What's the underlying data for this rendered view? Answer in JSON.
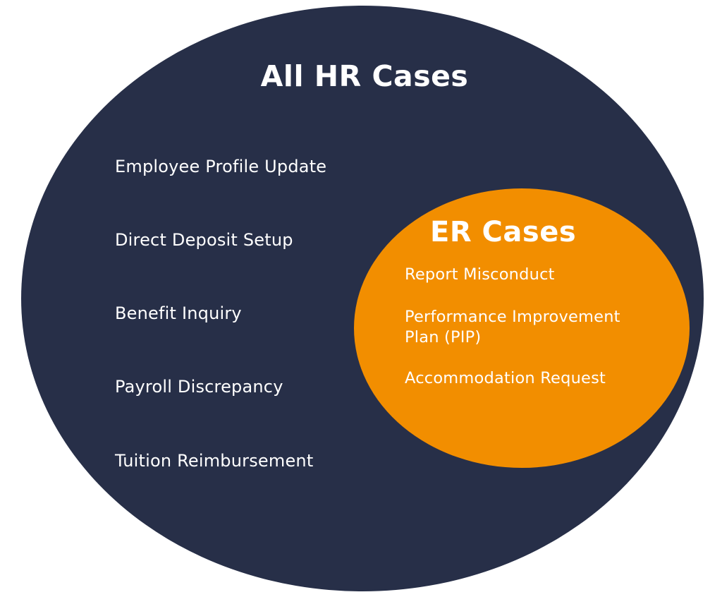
{
  "diagram": {
    "type": "nested-venn",
    "colors": {
      "outer_fill": "#272f48",
      "inner_fill": "#f28e00",
      "text": "#ffffff",
      "background": "#ffffff"
    },
    "outer": {
      "title": "All HR Cases",
      "items": [
        "Employee Profile Update",
        "Direct Deposit Setup",
        "Benefit Inquiry",
        "Payroll Discrepancy",
        "Tuition Reimbursement"
      ]
    },
    "inner": {
      "title": "ER Cases",
      "items": [
        "Report Misconduct",
        "Performance Improvement",
        "Plan (PIP)",
        "Accommodation Request"
      ]
    }
  }
}
